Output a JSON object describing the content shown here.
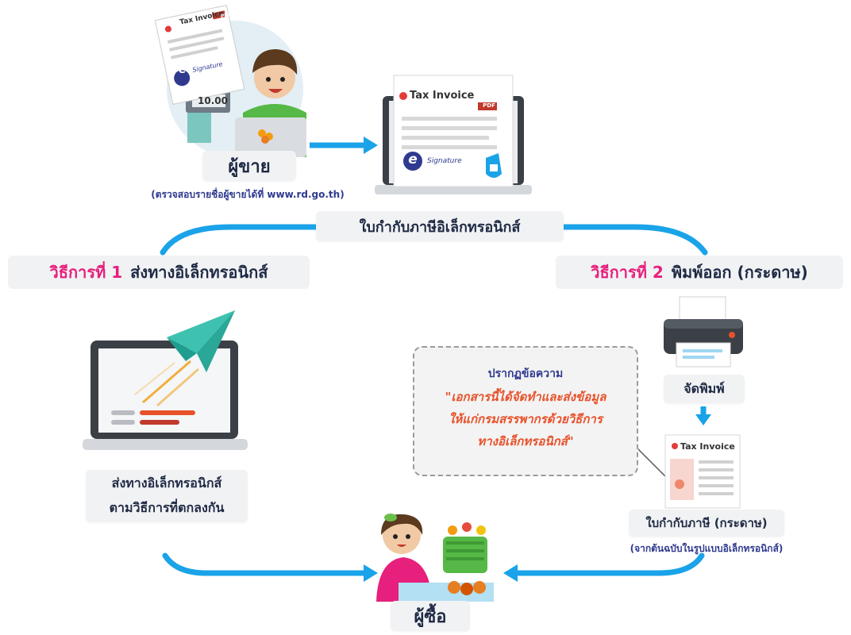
{
  "seller": {
    "label": "ผู้ขาย",
    "note": "(ตรวจสอบรายชื่อผู้ขายได้ที่ www.rd.go.th)",
    "scale_display": "10.00"
  },
  "doc": {
    "title": "Tax Invoice",
    "badge": "PDF",
    "signature": "Signature",
    "e_letter": "e"
  },
  "center_label": "ใบกำกับภาษีอิเล็กทรอนิกส์",
  "method1": {
    "prefix": "วิธีการที่ 1",
    "text": "ส่งทางอิเล็กทรอนิกส์"
  },
  "method2": {
    "prefix": "วิธีการที่ 2",
    "text": "พิมพ์ออก (กระดาษ)"
  },
  "left_box": {
    "line1": "ส่งทางอิเล็กทรอนิกส์",
    "line2": "ตามวิธีการที่ตกลงกัน"
  },
  "note": {
    "line1": "ปรากฏข้อความ",
    "q1": "\"เอกสารนี้ได้จัดทำและส่งข้อมูล",
    "q2": "ให้แก่กรมสรรพากรด้วยวิธีการ",
    "q3": "ทางอิเล็กทรอนิกส์\""
  },
  "print_label": "จัดพิมพ์",
  "paper": {
    "label": "ใบกำกับภาษี (กระดาษ)",
    "note": "(จากต้นฉบับในรูปแบบอิเล็กทรอนิกส์)"
  },
  "buyer": {
    "label": "ผู้ซื้อ"
  },
  "colors": {
    "flow": "#1aa3e8",
    "pink": "#e6207c",
    "orange": "#e8522b",
    "navy": "#2f3a8f"
  }
}
